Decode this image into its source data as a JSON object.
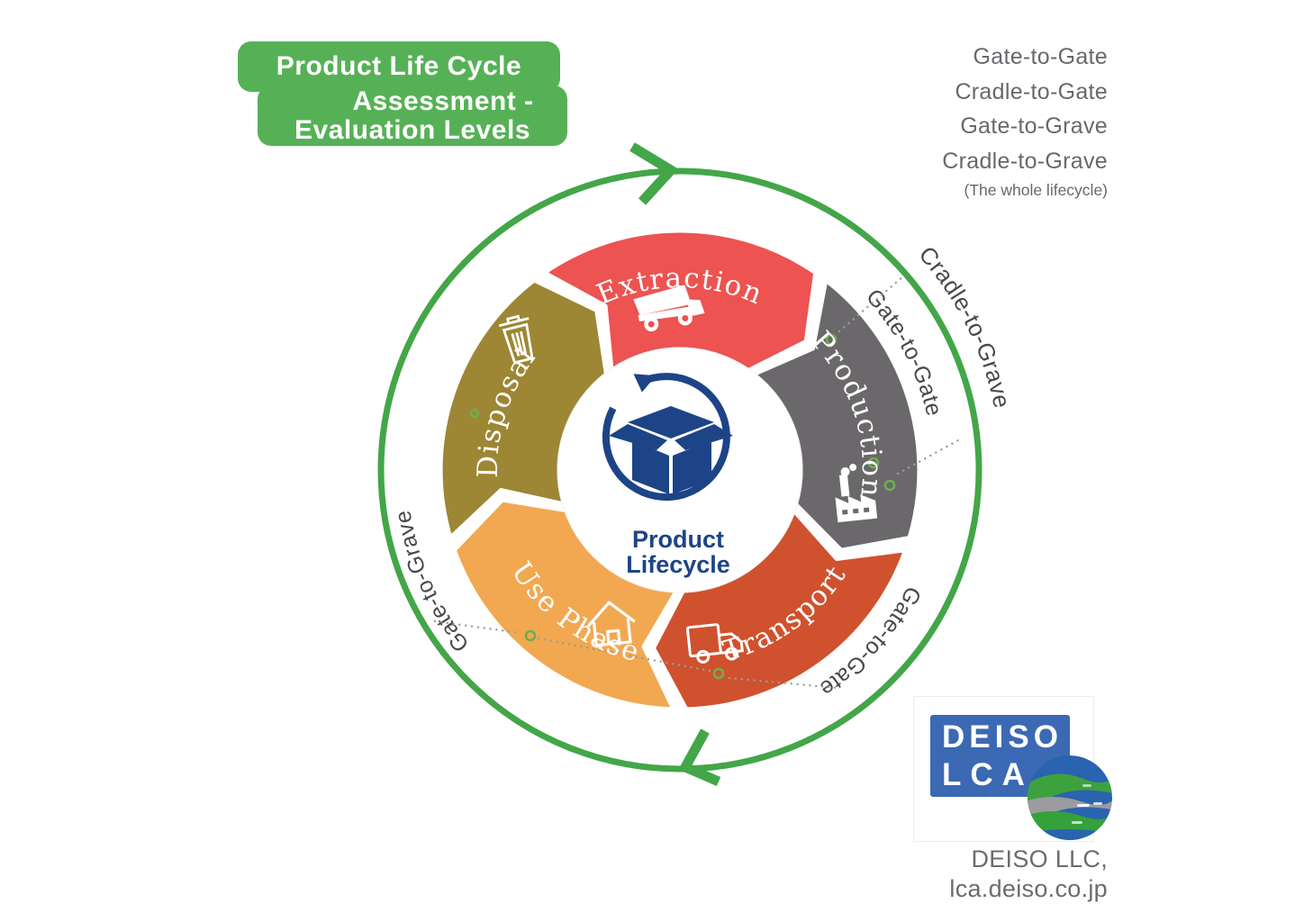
{
  "title": {
    "line1": "Product Life Cycle",
    "line2": "Assessment -",
    "line3": "Evaluation Levels"
  },
  "levels": [
    "Gate-to-Gate",
    "Cradle-to-Gate",
    "Gate-to-Grave",
    "Cradle-to-Grave"
  ],
  "levels_note": "(The whole lifecycle)",
  "diagram": {
    "center": {
      "line1": "Product",
      "line2": "Lifecycle"
    },
    "segments": [
      {
        "label": "Extraction",
        "color": "#ec5351",
        "icon": "dump-truck-icon"
      },
      {
        "label": "Production",
        "color": "#6b686b",
        "icon": "factory-icon"
      },
      {
        "label": "Transport",
        "color": "#d0512e",
        "icon": "delivery-truck-icon"
      },
      {
        "label": "Use Phase",
        "color": "#f2a851",
        "icon": "house-icon"
      },
      {
        "label": "Disposal",
        "color": "#9d8634",
        "icon": "trash-can-icon"
      }
    ],
    "ring_labels": {
      "outer": "Cradle-to-Grave",
      "top_right": "Gate-to-Gate",
      "left": "Gate-to-Grave",
      "bottom_right": "Gate-to-Gate"
    }
  },
  "logo": {
    "line1": "DEISO",
    "line2": "LCA"
  },
  "footer": {
    "company": "DEISO LLC,",
    "website": "lca.deiso.co.jp"
  },
  "colors": {
    "accent_green": "#43a648",
    "badge_green": "#56b156",
    "navy": "#1d4487",
    "logo_blue": "#3b69b3",
    "text_gray": "#6a676d",
    "label_dark": "#48484c"
  }
}
